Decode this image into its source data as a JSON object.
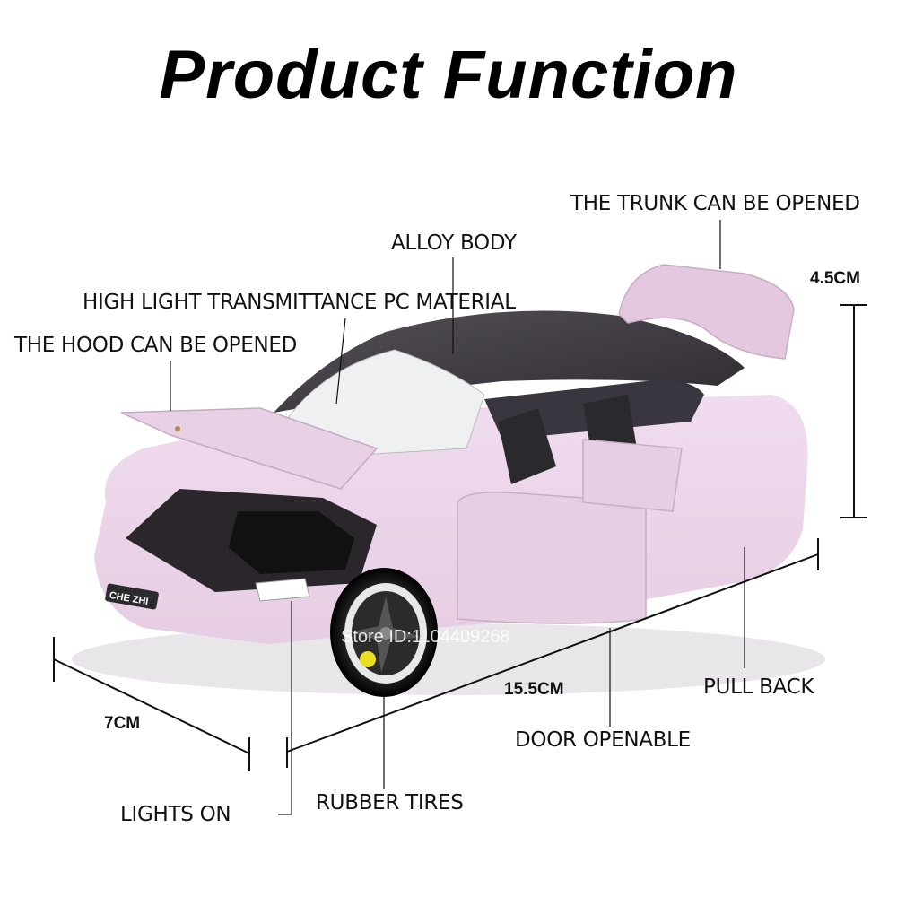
{
  "title": "Product Function",
  "labels": {
    "trunk": "THE TRUNK CAN BE OPENED",
    "alloy_body": "ALLOY BODY",
    "pc_material": "HIGH LIGHT TRANSMITTANCE PC MATERIAL",
    "hood": "THE HOOD CAN BE OPENED",
    "pull_back": "PULL BACK",
    "door": "DOOR OPENABLE",
    "lights": "LIGHTS ON",
    "tires": "RUBBER TIRES"
  },
  "dimensions": {
    "height": "4.5CM",
    "length": "15.5CM",
    "width": "7CM"
  },
  "car": {
    "plate_text": "CHE ZHI",
    "watermark": "Store ID:1104409268",
    "body_color": "#e6cde3",
    "roof_color": "#2e2a30"
  }
}
